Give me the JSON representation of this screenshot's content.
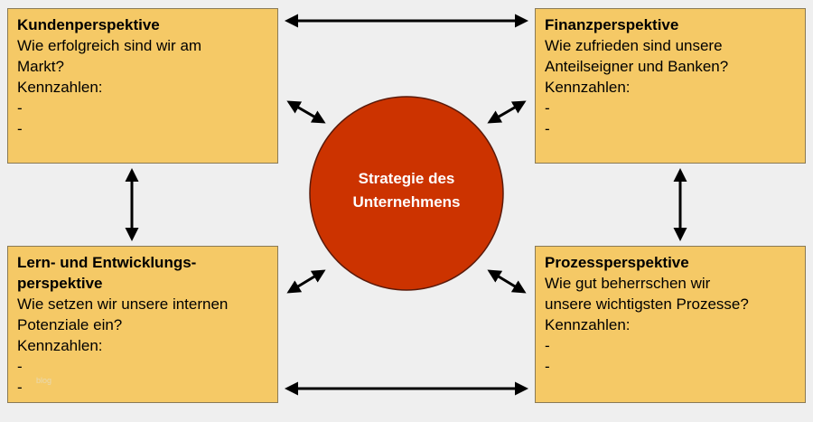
{
  "center": {
    "line1": "Strategie des",
    "line2": "Unternehmens"
  },
  "boxes": {
    "kunden": {
      "title": "Kundenperspektive",
      "lines": [
        "Wie erfolgreich sind wir am",
        "Markt?",
        "Kennzahlen:",
        "-",
        "-"
      ]
    },
    "finanz": {
      "title": "Finanzperspektive",
      "lines": [
        "Wie zufrieden sind unsere",
        "Anteilseigner und Banken?",
        "Kennzahlen:",
        "-",
        "-"
      ]
    },
    "lern": {
      "title_line1": "Lern- und Entwicklungs-",
      "title_line2": "perspektive",
      "lines": [
        "Wie setzen wir unsere internen",
        "Potenziale ein?",
        "Kennzahlen:",
        "-",
        "-"
      ]
    },
    "prozess": {
      "title": "Prozessperspektive",
      "lines": [
        "Wie gut beherrschen wir",
        "unsere wichtigsten Prozesse?",
        "Kennzahlen:",
        "-",
        "-"
      ]
    }
  },
  "watermark": "blog",
  "colors": {
    "box_fill": "#f5c966",
    "circle_fill": "#cc3300",
    "arrow": "#000000",
    "background": "#efefef"
  }
}
